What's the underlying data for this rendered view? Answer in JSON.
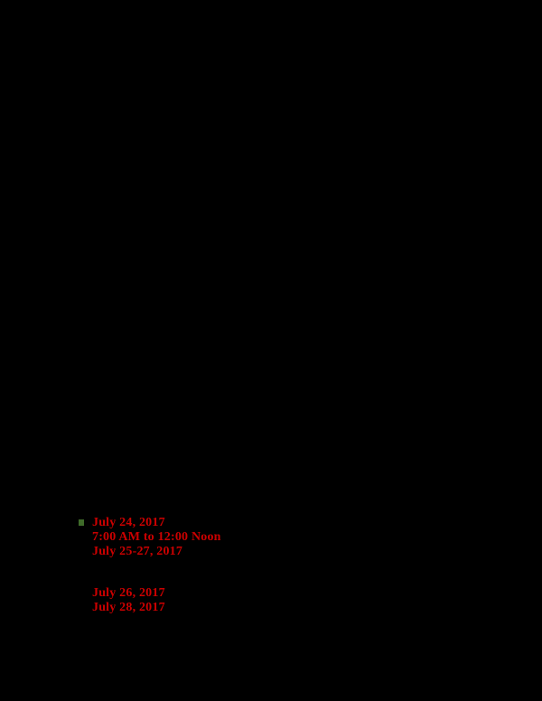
{
  "document": {
    "background_color": "#000000",
    "text_color": "#cc0000",
    "bullet_color": "#3f6b2a",
    "list": {
      "bullet_icon": "square-bullet-icon",
      "item_1": {
        "date": "July 24, 2017",
        "time": "7:00 AM to 12:00 Noon",
        "date_range": "July 25-27, 2017"
      },
      "extra_dates": [
        "July 26, 2017",
        "July 28, 2017"
      ]
    }
  }
}
